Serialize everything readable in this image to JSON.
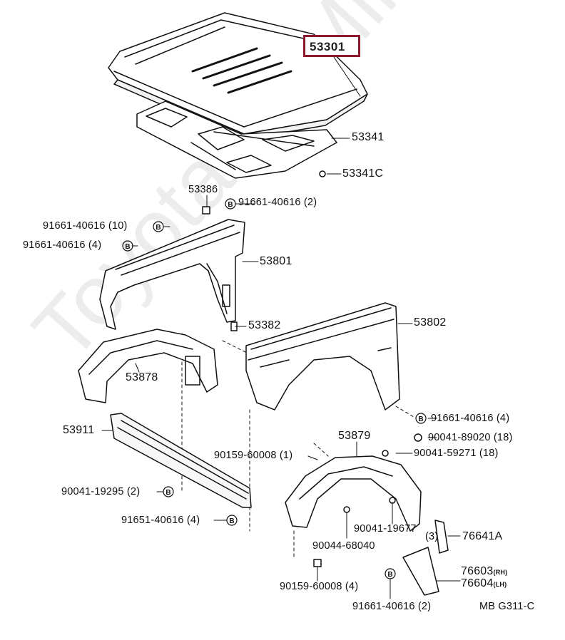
{
  "watermark": "ToyotaCarMine.ru",
  "highlight": {
    "part": "53301",
    "color": "#8b1a2e"
  },
  "labels": {
    "p53301": "53301",
    "p53341": "53341",
    "p53341c": "53341C",
    "p53386": "53386",
    "bolt_a": "91661-40616 (2)",
    "bolt_b": "91661-40616 (10)",
    "bolt_c": "91661-40616 (4)",
    "p53801": "53801",
    "p53382": "53382",
    "p53802": "53802",
    "p53878": "53878",
    "bolt_d": "91661-40616 (4)",
    "p53911": "53911",
    "p53879": "53879",
    "clip_a": "90041-89020 (18)",
    "clip_b": "90041-59271 (18)",
    "screw_a": "90159-60008 (1)",
    "bolt_e": "90041-19295 (2)",
    "bolt_f": "91651-40616 (4)",
    "clip_c": "90041-19677",
    "p76641a": "76641A",
    "clip_d": "90044-68040",
    "qty3": "(3)",
    "p76603": "76603",
    "p76603_side": "(RH)",
    "p76604": "76604",
    "p76604_side": "(LH)",
    "screw_b": "90159-60008 (4)",
    "bolt_g": "91661-40616 (2)",
    "ref": "MB G311-C"
  },
  "bolt_symbol": "B"
}
